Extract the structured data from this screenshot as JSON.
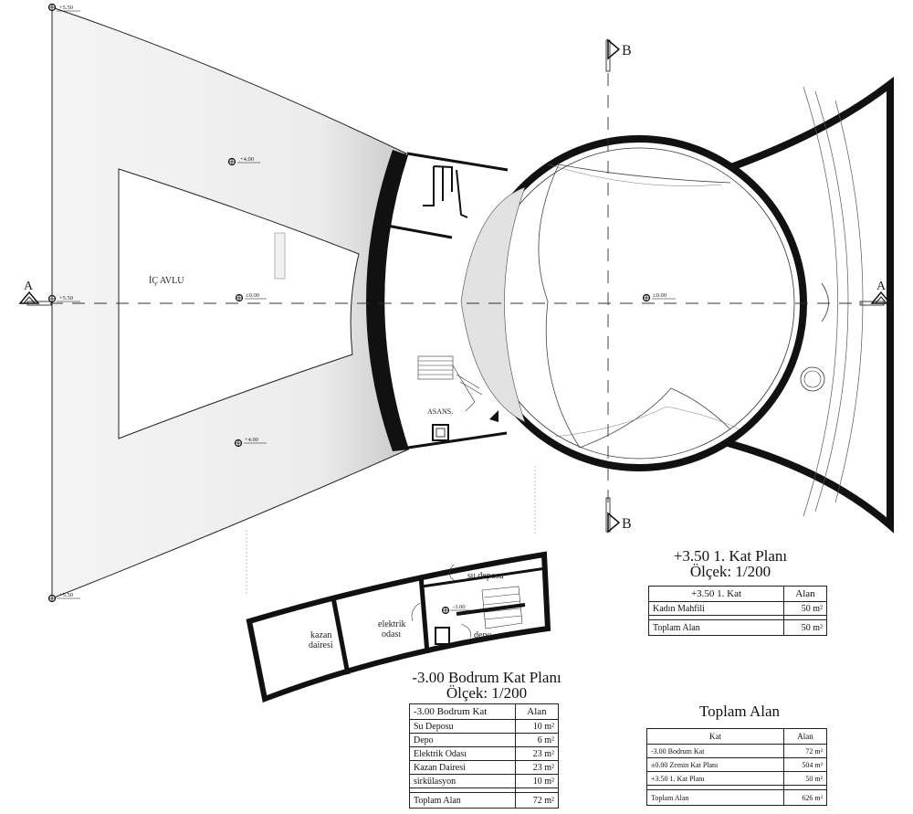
{
  "labels": {
    "courtyard": "İÇ AVLU",
    "elevator": "ASANS.",
    "kazan_1": "kazan",
    "kazan_2": "dairesi",
    "elektrik_1": "elektrik",
    "elektrik_2": "odası",
    "su_deposu": "su deposu",
    "depo": "depo"
  },
  "levels": {
    "top_left": "+5.50",
    "mid_left": "+5.50",
    "bottom_left": "+5.50",
    "upper_court": "+4.00",
    "lower_court": "+4.00",
    "court_center": "±0.00",
    "dome_center": "±0.00",
    "basement": "-3.00"
  },
  "sections": {
    "a_left": "A",
    "a_right": "A",
    "b_top": "B",
    "b_bottom": "B"
  },
  "plan_first": {
    "title": "+3.50 1. Kat Planı",
    "scale": "Ölçek: 1/200",
    "header": [
      "+3.50 1. Kat",
      "Alan"
    ],
    "rows": [
      [
        "Kadın Mahfili",
        "50 m²"
      ]
    ],
    "total": [
      "Toplam Alan",
      "50 m²"
    ]
  },
  "plan_basement": {
    "title": "-3.00 Bodrum Kat Planı",
    "scale": "Ölçek: 1/200",
    "header": [
      "-3.00 Bodrum Kat",
      "Alan"
    ],
    "rows": [
      [
        "Su Deposu",
        "10 m²"
      ],
      [
        "Depo",
        "6 m²"
      ],
      [
        "Elektrik Odası",
        "23 m²"
      ],
      [
        "Kazan Dairesi",
        "23 m²"
      ],
      [
        "sirkülasyon",
        "10 m²"
      ]
    ],
    "total": [
      "Toplam Alan",
      "72 m²"
    ]
  },
  "plan_total": {
    "title": "Toplam Alan",
    "header": [
      "Kat",
      "Alan"
    ],
    "rows": [
      [
        "-3.00 Bodrum Kat",
        "72 m²"
      ],
      [
        "±0.00 Zemin Kat Planı",
        "504 m²"
      ],
      [
        "+3.50 1. Kat Planı",
        "50 m²"
      ]
    ],
    "total": [
      "Toplam Alan",
      "626 m²"
    ]
  }
}
